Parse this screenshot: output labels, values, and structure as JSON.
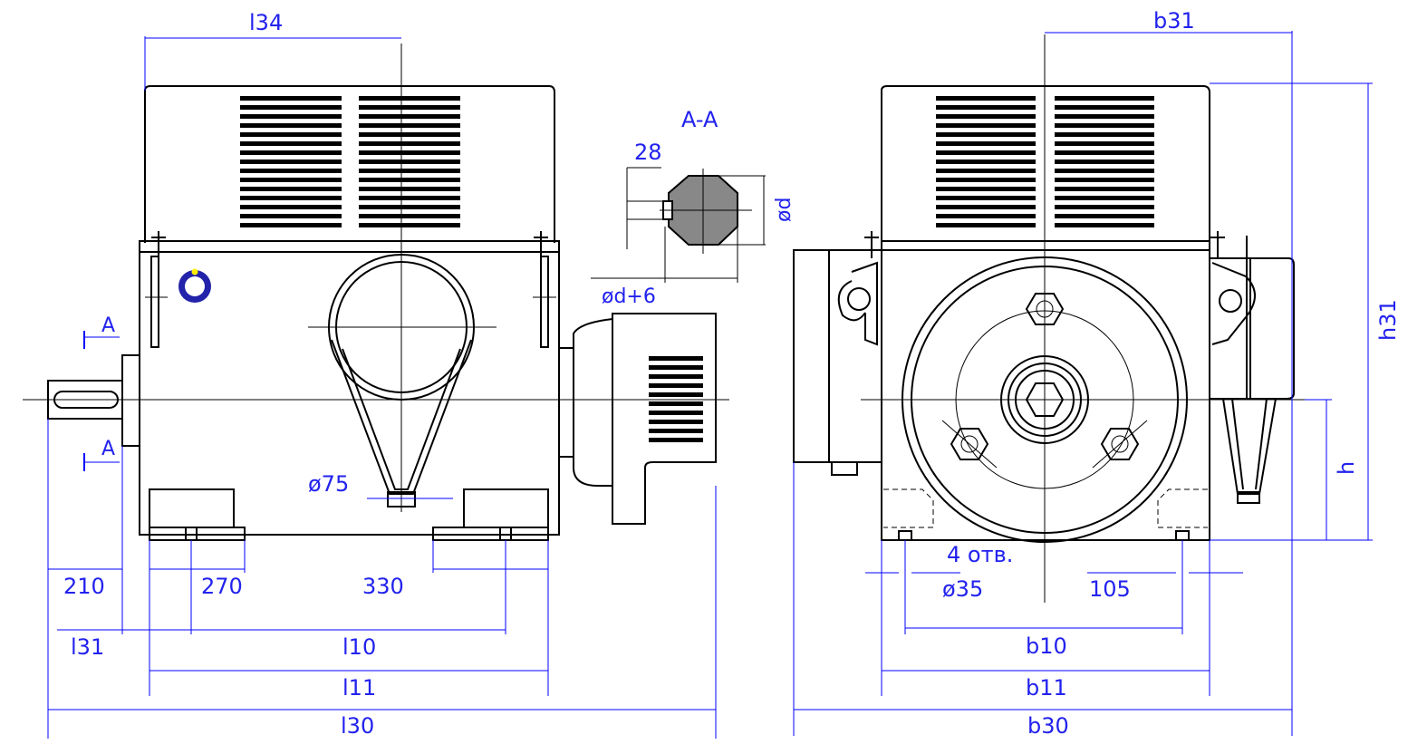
{
  "labels": {
    "l34": "l34",
    "b31": "b31",
    "h31": "h31",
    "h": "h",
    "section_title": "A-A",
    "key_width": "28",
    "shaft_dia": "ød",
    "key_depth": "ød+6",
    "section_mark_top": "A",
    "section_mark_bottom": "A",
    "dia_75": "ø75",
    "dim_210": "210",
    "dim_270": "270",
    "dim_330": "330",
    "l31": "l31",
    "l10": "l10",
    "l11": "l11",
    "l30": "l30",
    "holes": "4 отв.",
    "dia_35": "ø35",
    "dim_105": "105",
    "b10": "b10",
    "b11": "b11",
    "b30": "b30"
  },
  "colors": {
    "dimension": "#0000ff",
    "outline": "#000000",
    "marker": "#ffee00"
  }
}
